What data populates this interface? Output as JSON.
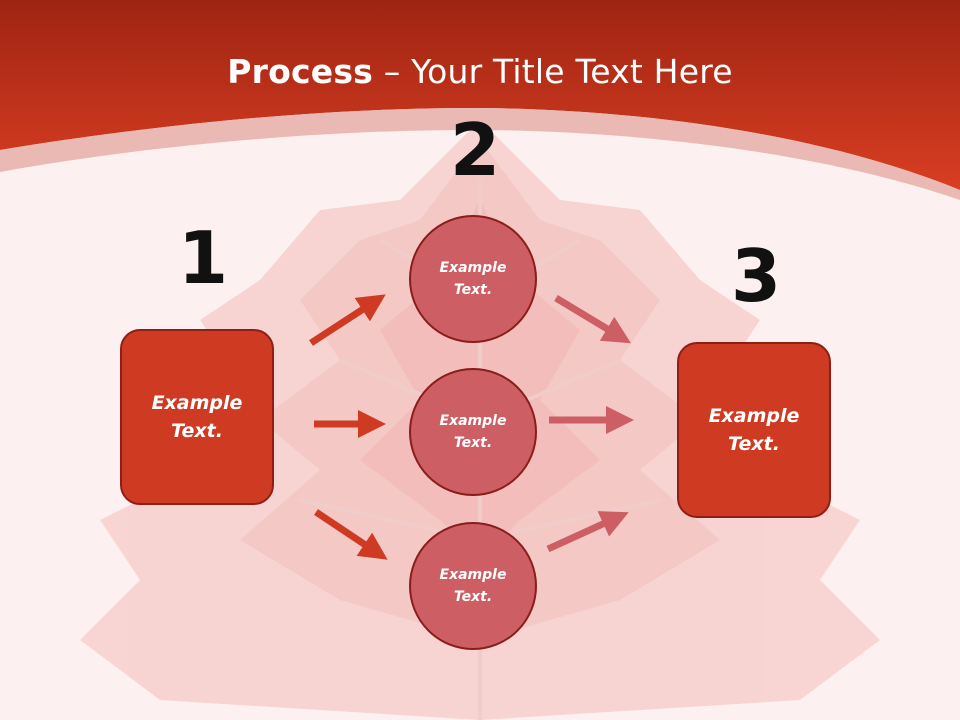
{
  "title": {
    "bold": "Process",
    "rest": " – Your Title Text Here"
  },
  "numbers": {
    "n1": "1",
    "n2": "2",
    "n3": "3"
  },
  "left_box": {
    "label": "Example Text."
  },
  "right_box": {
    "label": "Example Text."
  },
  "circles": [
    {
      "label": "Example Text."
    },
    {
      "label": "Example Text."
    },
    {
      "label": "Example Text."
    }
  ],
  "colors": {
    "header": "#c8361f",
    "box": "#cf3a23",
    "circle": "#cc5e64",
    "arrow_left": "#cf3a23",
    "arrow_right": "#cc5e64"
  }
}
